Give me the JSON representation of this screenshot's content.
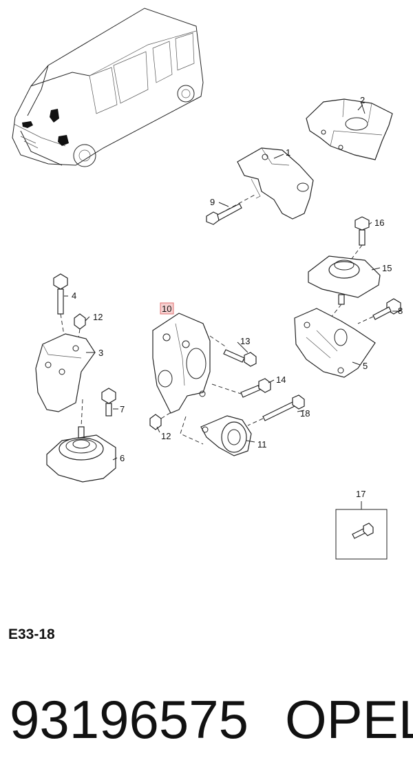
{
  "diagram": {
    "callouts": {
      "c1": "1",
      "c2": "2",
      "c3": "3",
      "c4": "4",
      "c5": "5",
      "c6": "6",
      "c7": "7",
      "c8": "8",
      "c9": "9",
      "c10": "10",
      "c11": "11",
      "c12a": "12",
      "c12b": "12",
      "c13": "13",
      "c14": "14",
      "c15": "15",
      "c16": "16",
      "c17": "17",
      "c18": "18"
    },
    "highlighted_callout": "10",
    "highlight_color": "#e07070"
  },
  "diagram_code": "E33-18",
  "footer": {
    "part_number": "93196575",
    "brand": "OPEL"
  }
}
